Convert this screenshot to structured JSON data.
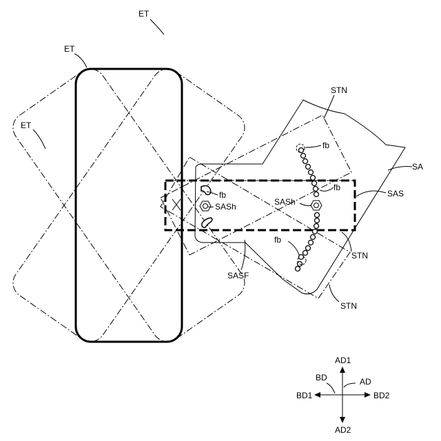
{
  "labels": {
    "et_top": "ET",
    "et_mid": "ET",
    "et_left": "ET",
    "stn_top": "STN",
    "stn_right": "STN",
    "stn_bottom": "STN",
    "sa": "SA",
    "sas": "SAS",
    "sasf": "SASF",
    "fb_left": "fb",
    "fb_upper": "fb",
    "fb_right": "fb",
    "fb_lower": "fb",
    "sash_left": "SASh",
    "sash_right": "SASh",
    "x_mark": "X"
  },
  "axes": {
    "ad1": "AD1",
    "ad2": "AD2",
    "ad": "AD",
    "bd": "BD",
    "bd1": "BD1",
    "bd2": "BD2"
  }
}
